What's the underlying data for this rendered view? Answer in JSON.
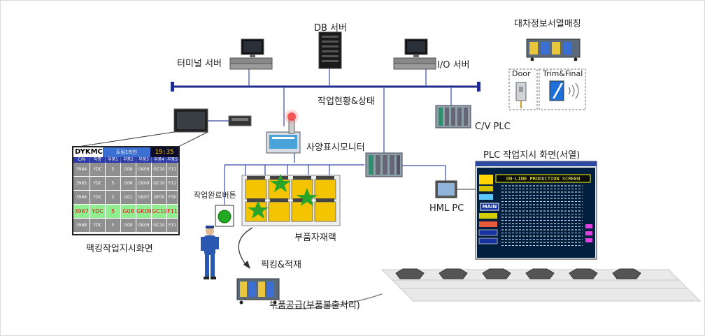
{
  "labels": {
    "db_server": "DB 서버",
    "terminal_server": "터미널 서버",
    "io_server": "I/O 서버",
    "sequence_matching": "대차정보서열매칭",
    "door": "Door",
    "trim_final": "Trim&Final",
    "work_status": "작업현황&상태",
    "cv_plc": "C/V PLC",
    "spec_monitor": "사양표시모니터",
    "plc_screen_title": "PLC 작업지시 화면(서열)",
    "done_button": "작업완료버튼",
    "parts_rack": "부품자재랙",
    "hml_pc": "HML PC",
    "packing_screen": "팩킹작업지시화면",
    "picking": "픽킹&적재",
    "parts_supply": "부품공급(부품불출처리)"
  },
  "packing_table": {
    "logo": "DYKMC",
    "title": "트림1라인",
    "time": "19:35",
    "headers": [
      "C/N",
      "차종",
      "부품1",
      "부품2",
      "부품3",
      "부품4",
      "부품5"
    ],
    "rows": [
      [
        "3964",
        "YDC",
        "5",
        "G08",
        "GK09",
        "GC10",
        "F11"
      ],
      [
        "3965",
        "YDC",
        "5",
        "G08",
        "GK09",
        "GC10",
        "F11"
      ],
      [
        "3966",
        "YDC",
        "2",
        "G01",
        "GK07",
        "GF00",
        "F30"
      ],
      [
        "3967",
        "YDC",
        "5",
        "G08",
        "GK09",
        "GC10",
        "F11"
      ],
      [
        "3968",
        "YDC",
        "5",
        "G08",
        "GK09",
        "GC10",
        "F11"
      ]
    ],
    "highlight_row": 3
  },
  "plc_screen": {
    "banner": "ON-LINE PRODUCTION SCREEN",
    "main_label": "MAIN"
  },
  "colors": {
    "network": "#1e2a8c",
    "rack_fill": "#f5c400",
    "star": "#2aa52a",
    "button_green": "#22aa22",
    "highlight_row": "#90ee90"
  }
}
